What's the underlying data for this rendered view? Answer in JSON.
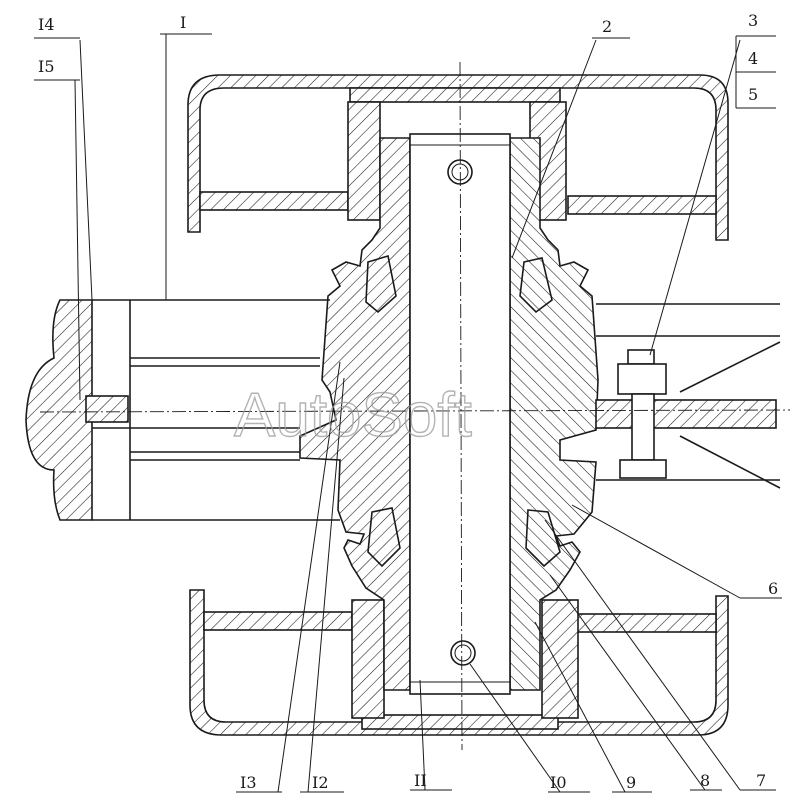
{
  "labels": {
    "l1": "I",
    "l2": "2",
    "l3": "3",
    "l4": "4",
    "l5": "5",
    "l6": "6",
    "l7": "7",
    "l8": "8",
    "l9": "9",
    "l10": "I0",
    "l11": "II",
    "l12": "I2",
    "l13": "I3",
    "l14": "I4",
    "l15": "I5"
  },
  "watermark": "AutoSoft"
}
